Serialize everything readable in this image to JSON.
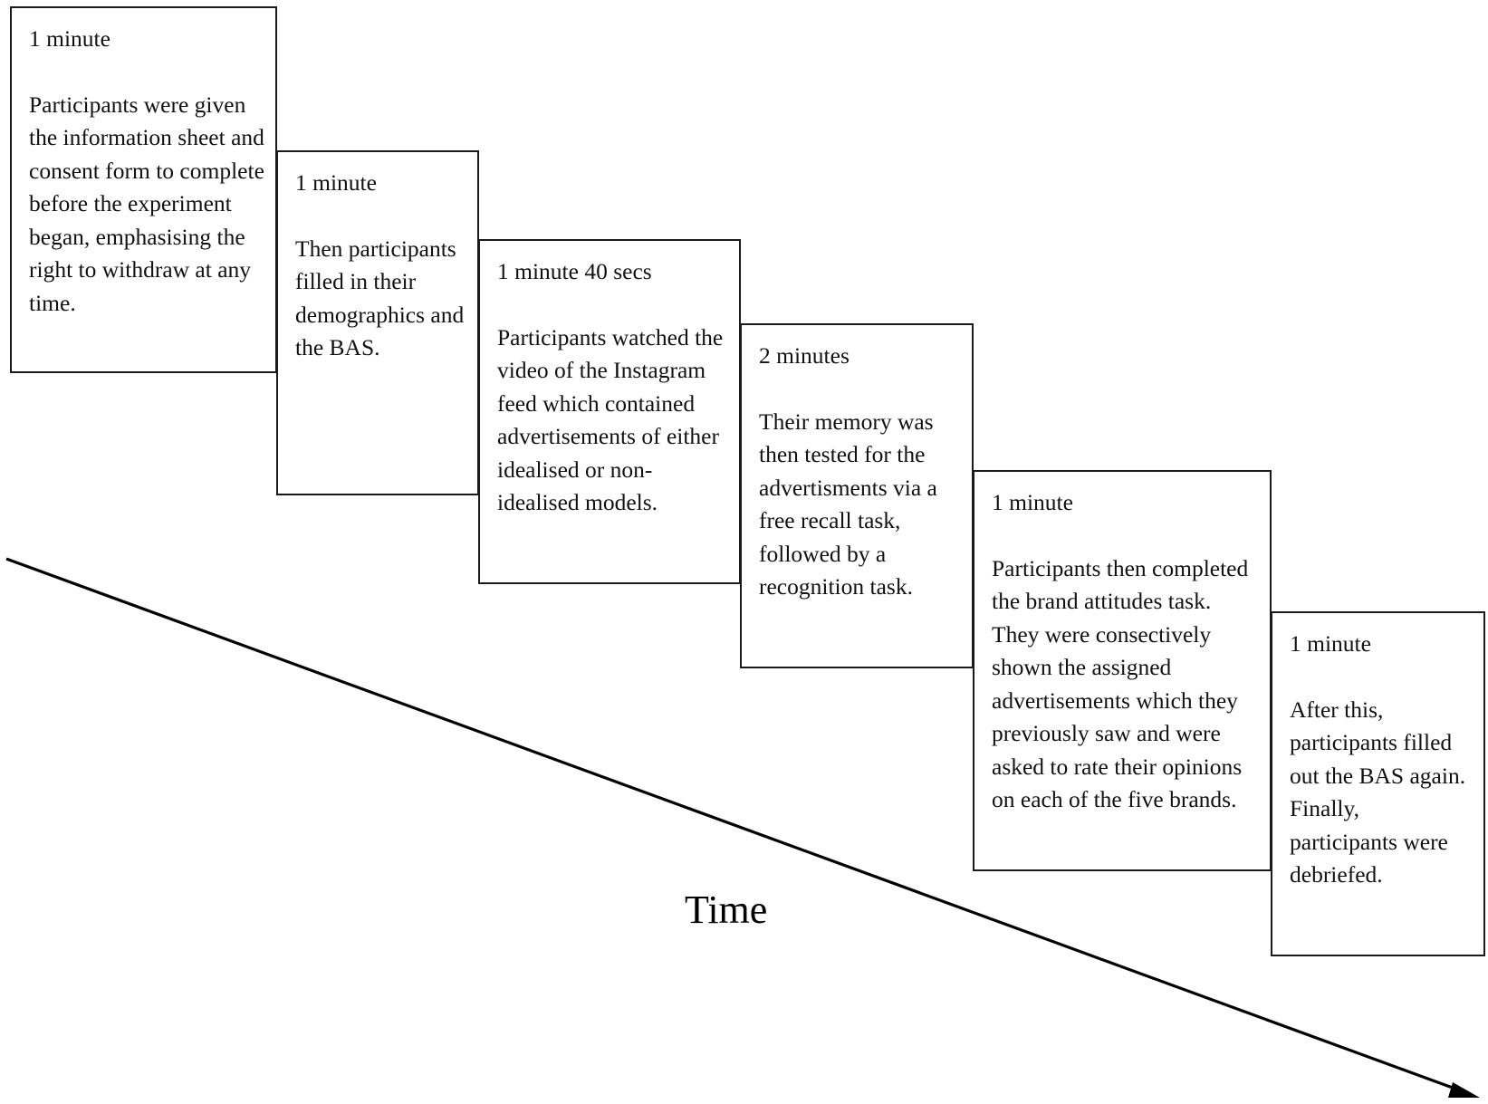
{
  "steps": [
    {
      "duration": "1 minute",
      "description": "Participants were given the information sheet and consent form to complete before the experiment began, emphasising the right to withdraw at any time."
    },
    {
      "duration": "1 minute",
      "description": "Then participants filled in their demographics and the BAS."
    },
    {
      "duration": "1 minute 40 secs",
      "description": "Participants watched the video of the Instagram feed which contained advertisements of either idealised or non-idealised models."
    },
    {
      "duration": "2 minutes",
      "description": "Their memory was then tested for the advertisments via a free recall task, followed by a recognition task."
    },
    {
      "duration": "1 minute",
      "description": "Participants then completed the brand attitudes task. They were consectively shown the assigned advertisements which they previously saw and were asked to rate their opinions on each of the five brands."
    },
    {
      "duration": "1 minute",
      "description": "After this, participants filled out the BAS again. Finally, participants were debriefed."
    }
  ],
  "timeline": {
    "label": "Time"
  }
}
